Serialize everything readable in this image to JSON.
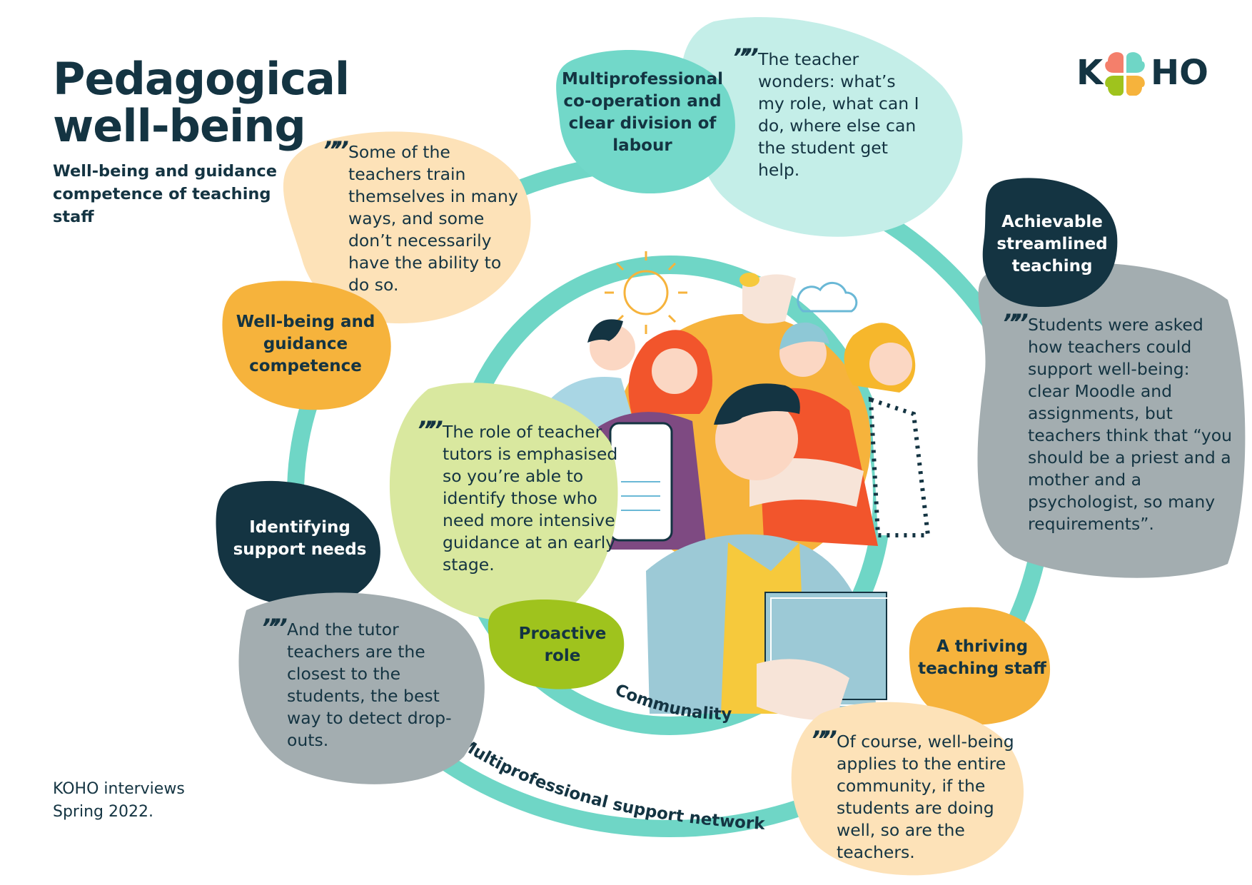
{
  "header": {
    "title_line1": "Pedagogical",
    "title_line2": "well-being",
    "subtitle": "Well-being and guidance competence of teaching staff"
  },
  "logo": {
    "text_left": "K",
    "text_right": "HO",
    "colors": [
      "#f47f6b",
      "#6fd6c6",
      "#f6b33c",
      "#9fc31d"
    ]
  },
  "source_note": "KOHO interviews Spring 2022.",
  "ring_labels": {
    "inner": "Communality",
    "outer": "Multiprofessional support network"
  },
  "themes": {
    "multiprofessional": "Multiprofessional co-operation and clear division of labour",
    "achievable": "Achievable streamlined teaching",
    "wellbeing": "Well-being and guidance competence",
    "identifying": "Identifying support needs",
    "proactive": "Proactive role",
    "thriving": "A thriving teaching staff"
  },
  "quotes": {
    "mark": "””",
    "training": "Some of the teachers train themselves in many ways, and some don’t necessarily have the ability to do so.",
    "teacher_role": "The teacher wonders: what’s my role, what can I do, where else can the student get help.",
    "students_asked": "Students were asked how teachers could support well-being: clear Moodle and assignments, but teachers think that “you should be a priest and a mother and a psychologist, so many requirements”.",
    "tutors_role": "The role of teacher tutors is emphasised so you’re able to identify those who need more intensive guidance at an early stage.",
    "tutors_closest": "And the tutor teachers are the closest to the students, the best way to detect drop-outs.",
    "community": "Of course, well-being applies to the entire community, if the students are doing well, so are the teachers."
  },
  "colors": {
    "navy": "#143442",
    "teal_ring": "#6fd6c6",
    "teal_blob": "#72d8c9",
    "mint_blob": "#c4eee8",
    "peach_blob": "#fde2b8",
    "orange_blob": "#f6b33c",
    "gray_blob": "#a3adb0",
    "green_light": "#d9e89f",
    "green_bright": "#9fc31d",
    "coral": "#f47f6b"
  }
}
